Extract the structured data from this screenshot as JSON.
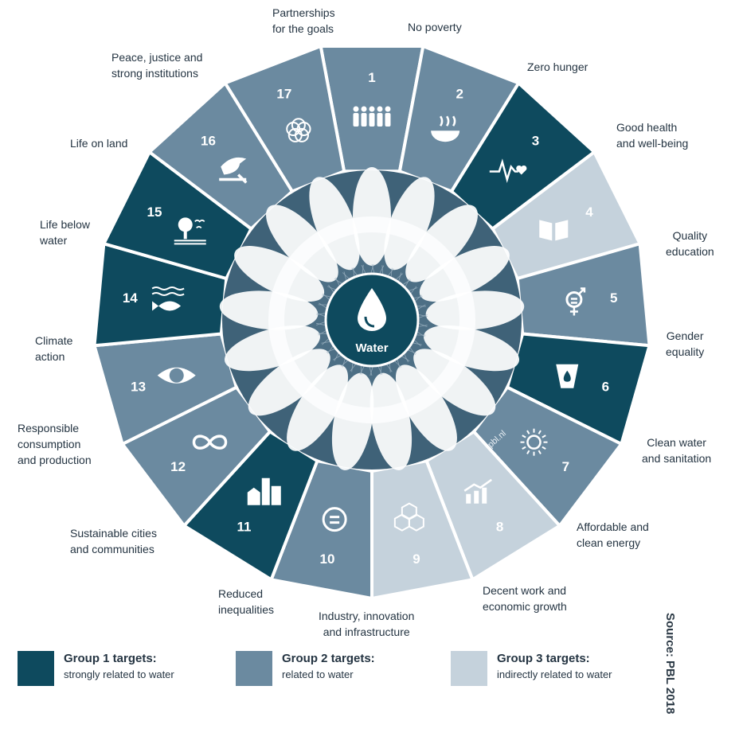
{
  "center_label": "Water",
  "goals": [
    {
      "number": "1",
      "label": "No poverty",
      "group": 2,
      "icon": "family-icon"
    },
    {
      "number": "2",
      "label": "Zero hunger",
      "group": 2,
      "icon": "food-bowl-icon"
    },
    {
      "number": "3",
      "label": "Good health\nand well-being",
      "group": 1,
      "icon": "heartbeat-icon"
    },
    {
      "number": "4",
      "label": "Quality\neducation",
      "group": 3,
      "icon": "book-icon"
    },
    {
      "number": "5",
      "label": "Gender\nequality",
      "group": 2,
      "icon": "gender-icon"
    },
    {
      "number": "6",
      "label": "Clean water\nand sanitation",
      "group": 1,
      "icon": "water-drop-glass-icon"
    },
    {
      "number": "7",
      "label": "Affordable and\nclean energy",
      "group": 2,
      "icon": "sun-power-icon"
    },
    {
      "number": "8",
      "label": "Decent work and\neconomic growth",
      "group": 3,
      "icon": "growth-chart-icon"
    },
    {
      "number": "9",
      "label": "Industry, innovation\nand infrastructure",
      "group": 3,
      "icon": "cubes-icon"
    },
    {
      "number": "10",
      "label": "Reduced\ninequalities",
      "group": 2,
      "icon": "equals-icon"
    },
    {
      "number": "11",
      "label": "Sustainable cities\nand communities",
      "group": 1,
      "icon": "city-icon"
    },
    {
      "number": "12",
      "label": "Responsible\nconsumption\nand production",
      "group": 2,
      "icon": "infinity-icon"
    },
    {
      "number": "13",
      "label": "Climate\naction",
      "group": 2,
      "icon": "earth-eye-icon"
    },
    {
      "number": "14",
      "label": "Life below\nwater",
      "group": 1,
      "icon": "fish-icon"
    },
    {
      "number": "15",
      "label": "Life on land",
      "group": 1,
      "icon": "tree-bird-icon"
    },
    {
      "number": "16",
      "label": "Peace, justice and\nstrong institutions",
      "group": 2,
      "icon": "dove-gavel-icon"
    },
    {
      "number": "17",
      "label": "Partnerships\nfor the goals",
      "group": 2,
      "icon": "flower-rings-icon"
    }
  ],
  "legend": [
    {
      "title": "Group 1 targets:",
      "desc": "strongly related to water",
      "color": "#0e4a5e"
    },
    {
      "title": "Group 2 targets:",
      "desc": "related to water",
      "color": "#6b8aa0"
    },
    {
      "title": "Group 3 targets:",
      "desc": "indirectly related to water",
      "color": "#c5d2dc"
    }
  ],
  "source": "Source: PBL 2018",
  "watermark": "pbl.nl",
  "colors": {
    "group1": "#0e4a5e",
    "group2": "#6b8aa0",
    "group3": "#c5d2dc",
    "ring_inner": "#5f7d93",
    "center": "#0e4a5e"
  }
}
